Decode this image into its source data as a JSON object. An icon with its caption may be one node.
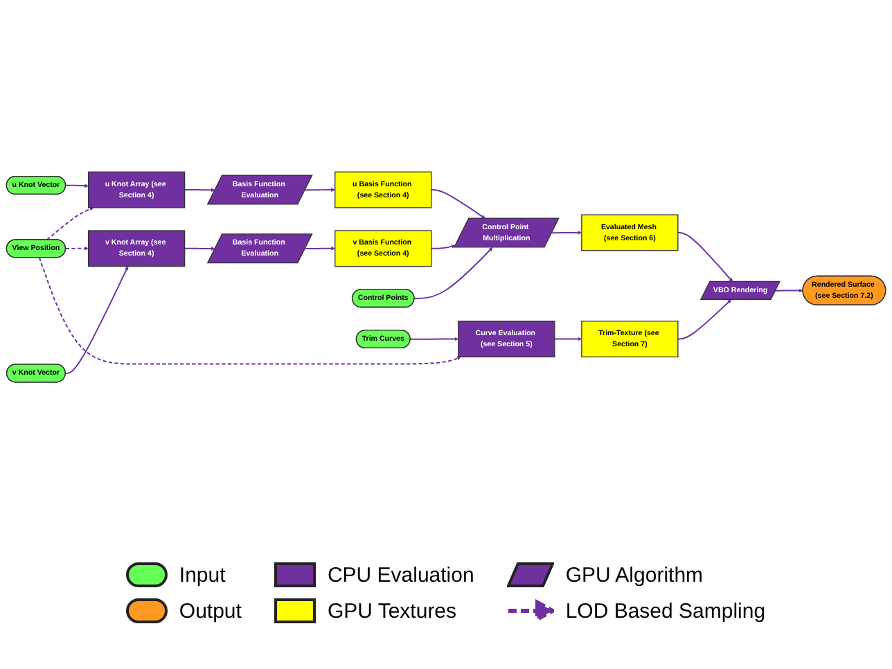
{
  "diagram": {
    "nodes": [
      {
        "text": [
          "View Position"
        ]
      },
      {
        "text": [
          "u Knot Vector"
        ]
      },
      {
        "text": [
          "u Knot Array (see Section 4)"
        ]
      },
      {
        "text": [
          "Basis Function Evaluation"
        ]
      },
      {
        "text": [
          "u Basis Function (see Section 4)"
        ]
      },
      {
        "text": [
          "v Knot Vector"
        ]
      },
      {
        "text": [
          "v Knot Array (see Section 4)"
        ]
      },
      {
        "text": [
          "Basis Function Evaluation"
        ]
      },
      {
        "text": [
          "v Basis Function (see Section 4)"
        ]
      },
      {
        "text": [
          "Control Points"
        ]
      },
      {
        "text": [
          "Control Point Multiplication"
        ]
      },
      {
        "text": [
          "Evaluated Mesh (see Section 6)"
        ]
      },
      {
        "text": [
          "Trim Curves"
        ]
      },
      {
        "text": [
          "Curve Evaluation (see Section 5)"
        ]
      },
      {
        "text": [
          "Trim-Texture (see Section 7)"
        ]
      },
      {
        "text": [
          "VBO Rendering"
        ]
      },
      {
        "text": [
          "Rendered Surface (see Section 7.2)"
        ]
      }
    ],
    "edges": [
      {
        "from": 0,
        "to": 2,
        "arrow": "to",
        "style": "dashed"
      },
      {
        "from": 0,
        "to": 6,
        "arrow": "to",
        "style": "dashed"
      },
      {
        "from": 0,
        "to": 13,
        "arrow": "to",
        "style": "dashed"
      },
      {
        "from": 1,
        "to": 2,
        "arrow": "to"
      },
      {
        "from": 2,
        "to": 3,
        "arrow": "to"
      },
      {
        "from": 3,
        "to": 4,
        "arrow": "to"
      },
      {
        "from": 4,
        "to": 10,
        "arrow": "to"
      },
      {
        "from": 5,
        "to": 6,
        "arrow": "to"
      },
      {
        "from": 6,
        "to": 7,
        "arrow": "to"
      },
      {
        "from": 7,
        "to": 8,
        "arrow": "to"
      },
      {
        "from": 8,
        "to": 10,
        "arrow": "to"
      },
      {
        "from": 9,
        "to": 10,
        "arrow": "to"
      },
      {
        "from": 10,
        "to": 11,
        "arrow": "to"
      },
      {
        "from": 11,
        "to": 15,
        "arrow": "to"
      },
      {
        "from": 12,
        "to": 13,
        "arrow": "to"
      },
      {
        "from": 13,
        "to": 14,
        "arrow": "to"
      },
      {
        "from": 14,
        "to": 15,
        "arrow": "to"
      },
      {
        "from": 15,
        "to": 16,
        "arrow": "to"
      }
    ],
    "legend": [
      {
        "text": "Input",
        "color": "#66ff55"
      },
      {
        "text": "CPU Evaluation",
        "color": "#7030a0"
      },
      {
        "text": "GPU Algorithm"
      },
      {
        "text": "Output",
        "color": "#ff9922"
      },
      {
        "text": "GPU Textures",
        "color": "#ffff00"
      },
      {
        "text": "LOD Based Sampling"
      }
    ]
  }
}
